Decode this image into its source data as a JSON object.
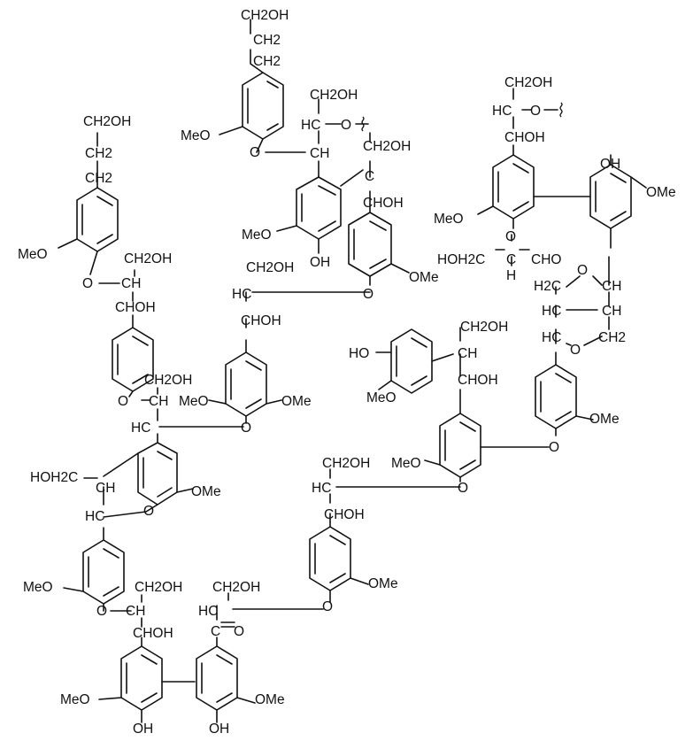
{
  "figure": {
    "title": "",
    "labels": [
      "CH2OH",
      "CH2",
      "CH2",
      "MeO",
      "O",
      "CH2OH",
      "HC",
      "O",
      "CH",
      "CH2OH",
      "C",
      "CHOH",
      "MeO",
      "OH",
      "O",
      "OMe",
      "CH2OH",
      "HC",
      "O",
      "CHOH",
      "OH",
      "OMe",
      "MeO",
      "O",
      "HOH2C",
      "C",
      "H",
      "CHO",
      "CH2OH",
      "CH2",
      "CH2",
      "MeO",
      "O",
      "CH2OH",
      "CH",
      "CHOH",
      "CH2OH",
      "HC",
      "CHOH",
      "O",
      "CH2OH",
      "CH",
      "HC",
      "MeO",
      "O",
      "OMe",
      "H2C",
      "CH",
      "HC",
      "CH",
      "HC",
      "CH2",
      "O",
      "O",
      "HO",
      "CH2OH",
      "CH",
      "CHOH",
      "MeO",
      "OMe",
      "MeO",
      "O",
      "O",
      "HOH2C",
      "CH",
      "HC",
      "O",
      "OMe",
      "CH2OH",
      "HC",
      "CHOH",
      "O",
      "OMe",
      "MeO",
      "O",
      "CH2OH",
      "CH",
      "CHOH",
      "CH2OH",
      "HC",
      "C",
      "O",
      "MeO",
      "OH",
      "OH",
      "OMe"
    ]
  }
}
